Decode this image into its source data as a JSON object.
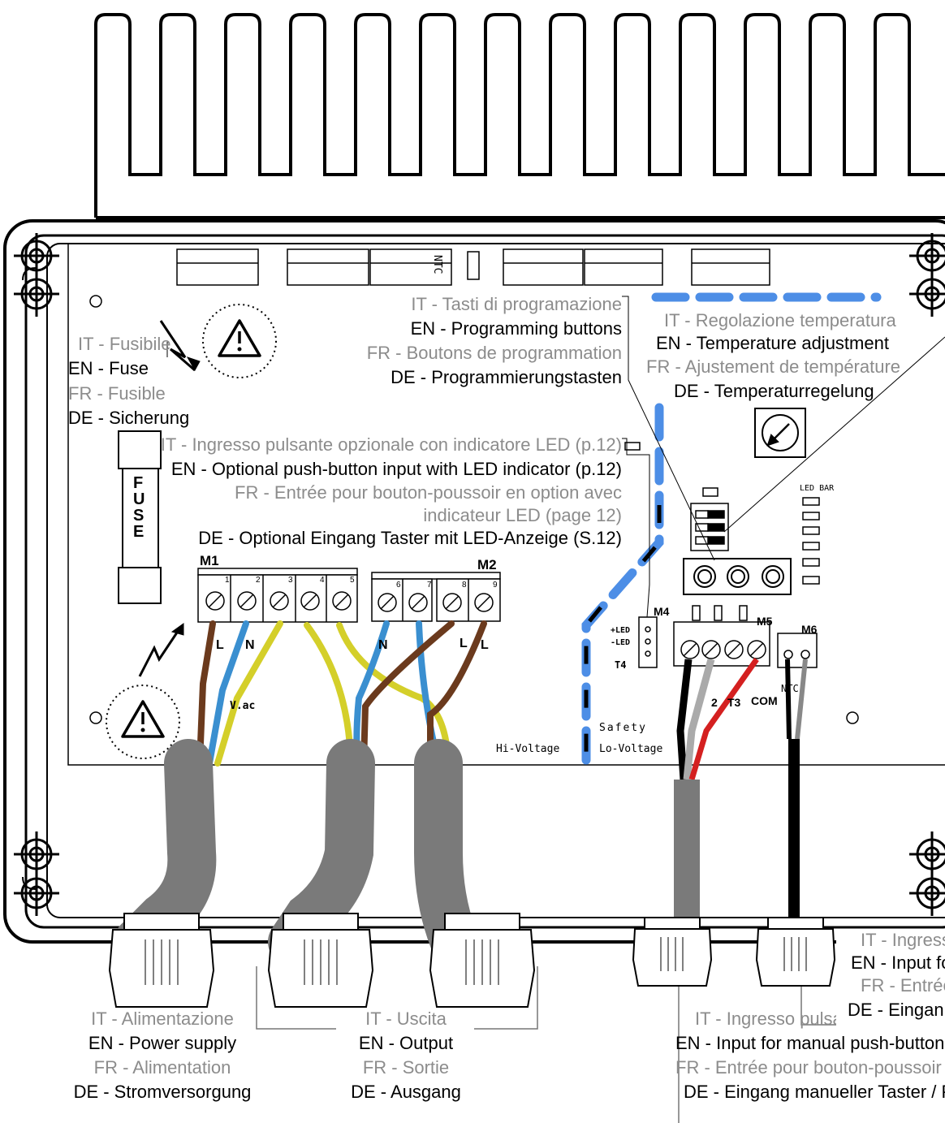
{
  "fuse": {
    "it": "IT - Fusibile",
    "en": "EN - Fuse",
    "fr": "FR - Fusible",
    "de": "DE - Sicherung",
    "body": "FUSE"
  },
  "prog": {
    "it": "IT - Tasti di programazione",
    "en": "EN - Programming buttons",
    "fr": "FR - Boutons de programmation",
    "de": "DE - Programmierungstasten"
  },
  "temp": {
    "it": "IT - Regolazione temperatura",
    "en": "EN - Temperature adjustment",
    "fr": "FR - Ajustement de température",
    "de": "DE - Temperaturregelung"
  },
  "led_input": {
    "it": "IT -  Ingresso pulsante opzionale con indicatore LED (p.12)",
    "en": "EN - Optional push-button input with LED indicator (p.12)",
    "fr1": "FR - Entrée pour bouton-poussoir en option avec",
    "fr2": "indicateur LED (page 12)",
    "de": "DE - Optional Eingang Taster mit LED-Anzeige (S.12)"
  },
  "power": {
    "it": "IT - Alimentazione",
    "en": "EN - Power supply",
    "fr": "FR - Alimentation",
    "de": "DE - Stromversorgung"
  },
  "output": {
    "it": "IT - Uscita",
    "en": "EN - Output",
    "fr": "FR - Sortie",
    "de": "DE - Ausgang"
  },
  "manual": {
    "it": "IT - Ingresso pulsante manuale ...",
    "en": "EN - Input for manual push-button",
    "fr": "FR - Entrée pour bouton-poussoir",
    "de": "DE - Eingang manueller Taster / P"
  },
  "ntc_input": {
    "it": "IT - Ingress",
    "en": "EN - Input fo",
    "fr": "FR - Entrée",
    "de": "DE - Eingan"
  },
  "board": {
    "ntc": "NTC",
    "m1": "M1",
    "m2": "M2",
    "m4": "M4",
    "m5": "M5",
    "m6": "M6",
    "led_bar": "LED BAR",
    "safety": "Safety",
    "hi_voltage": "Hi-Voltage",
    "lo_voltage": "Lo-Voltage",
    "t4": "T4",
    "plus_led": "+LED",
    "minus_led": "-LED",
    "com": "COM",
    "m6_ntc": "NTC",
    "t1": "T",
    "t2": "2",
    "t3": "T3",
    "terminals_m1": [
      "1",
      "2",
      "3",
      "4",
      "5"
    ],
    "terminals_m2": [
      "6",
      "7",
      "8",
      "9"
    ],
    "m1_marks": [
      "L",
      "N"
    ],
    "m2_marks": [
      "N",
      "L",
      "L"
    ],
    "v_ac": "V.ac"
  }
}
